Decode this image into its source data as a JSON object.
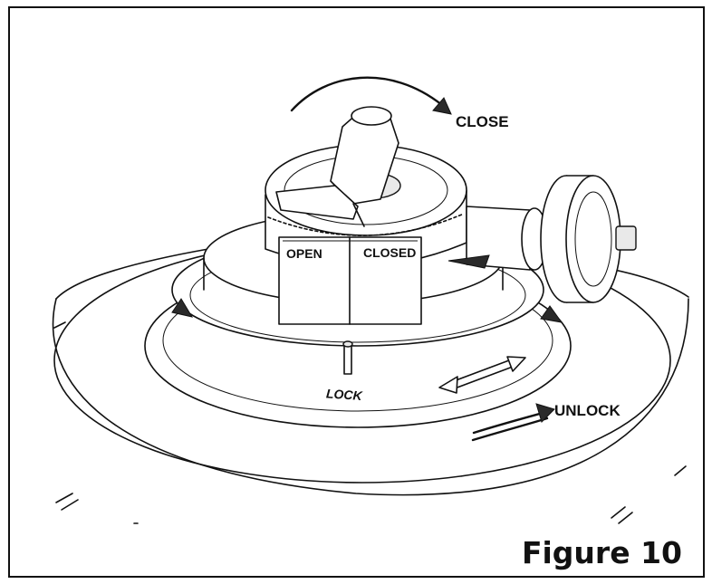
{
  "labels": {
    "close": "CLOSE",
    "open": "OPEN",
    "closed": "CLOSED",
    "lock": "LOCK",
    "unlock": "UNLOCK"
  },
  "caption": "Figure 10"
}
